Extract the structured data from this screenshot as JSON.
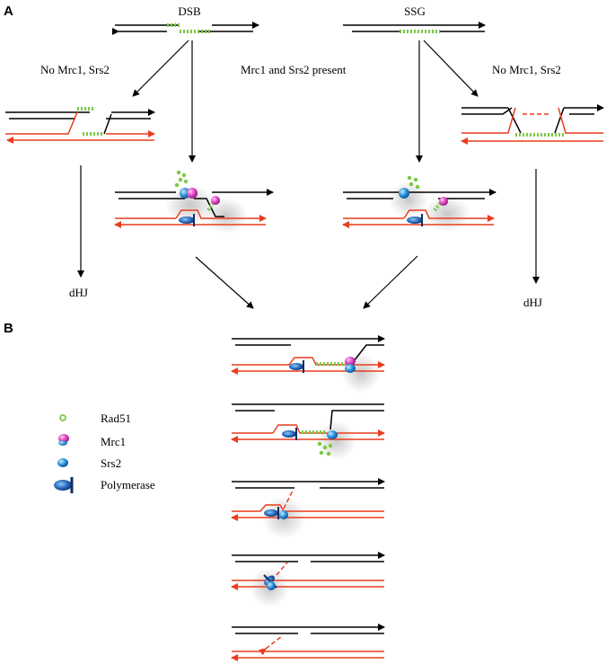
{
  "panels": {
    "a": "A",
    "b": "B"
  },
  "labels": {
    "dsb": "DSB",
    "ssg": "SSG",
    "no_left": "No Mrc1, Srs2",
    "no_right": "No Mrc1, Srs2",
    "present": "Mrc1 and Srs2 present",
    "dhj_left": "dHJ",
    "dhj_right": "dHJ"
  },
  "legend": [
    {
      "icon": "rad51-icon",
      "label": "Rad51"
    },
    {
      "icon": "mrc1-icon",
      "label": "Mrc1"
    },
    {
      "icon": "srs2-icon",
      "label": "Srs2"
    },
    {
      "icon": "polymerase-icon",
      "label": "Polymerase"
    }
  ],
  "colors": {
    "strand_template": "#000000",
    "strand_nascent": "#ea3d1c",
    "rad51": "#7ac943",
    "mrc1": "#e040c0",
    "srs2": "#2a8fd8",
    "polymerase": "#1f5fb0"
  }
}
